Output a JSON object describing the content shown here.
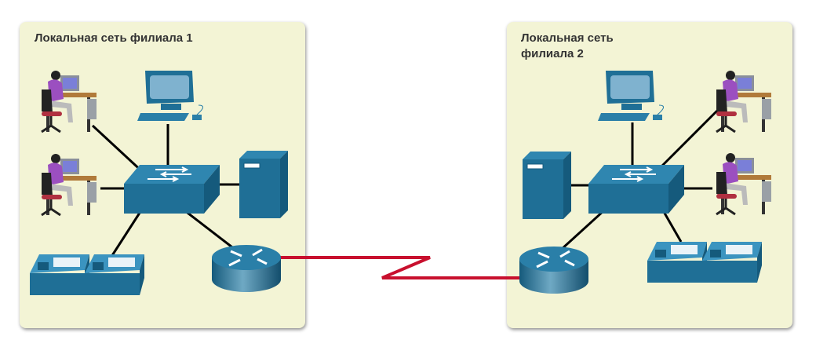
{
  "branch1": {
    "title": "Локальная сеть филиала 1"
  },
  "branch2": {
    "title_line1": "Локальная сеть",
    "title_line2": "филиала 2"
  },
  "colors": {
    "panel": "#f3f4d5",
    "device": "#1f6f96",
    "wan_link": "#c8102e",
    "lan_link": "#000000"
  }
}
